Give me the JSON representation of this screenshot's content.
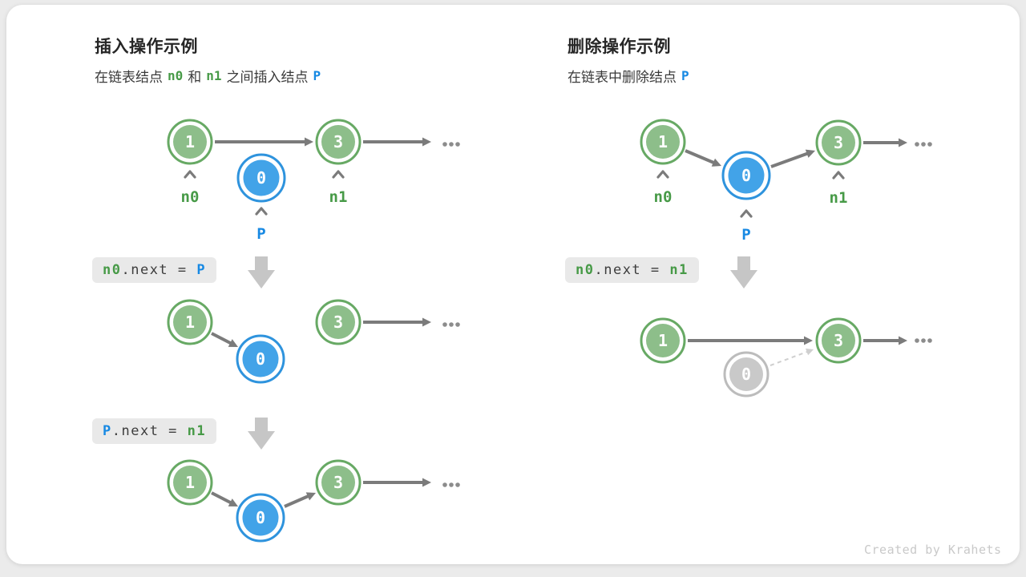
{
  "colors": {
    "page_bg": "#ebebeb",
    "card_bg": "#ffffff",
    "title_text": "#262626",
    "body_text": "#3a3a3a",
    "green_fill": "#8dbe8a",
    "green_stroke": "#67a964",
    "blue_fill": "#42a3e8",
    "blue_stroke": "#2e93dd",
    "gray_fill": "#c9c9c9",
    "gray_stroke": "#bcbcbc",
    "arrow": "#7b7b7b",
    "dashed": "#cfcfcf",
    "label_green": "#479a47",
    "label_blue": "#1789e3",
    "code_bg": "#e9e9e9",
    "code_text": "#3d3d3d",
    "block_arrow": "#c6c6c6",
    "footer_text": "#c9c9c9"
  },
  "insert_section": {
    "title": "插入操作示例",
    "subtitle": {
      "part1": "在链表结点",
      "n0": "n0",
      "part2": "和",
      "n1": "n1",
      "part3": "之间插入结点",
      "p": "P"
    },
    "step1_code": {
      "lhs": "n0",
      "mid": ".next = ",
      "rhs": "P"
    },
    "step2_code": {
      "lhs": "P",
      "mid": ".next = ",
      "rhs": "n1"
    }
  },
  "delete_section": {
    "title": "删除操作示例",
    "subtitle": {
      "part1": "在链表中删除结点",
      "p": "P"
    },
    "step1_code": {
      "lhs": "n0",
      "mid": ".next = ",
      "rhs": "n1"
    }
  },
  "node_values": {
    "first": "1",
    "inserted": "0",
    "second": "3"
  },
  "pointer_labels": {
    "n0": "n0",
    "p": "P",
    "n1": "n1"
  },
  "ellipsis": "...",
  "footer": "Created by Krahets"
}
